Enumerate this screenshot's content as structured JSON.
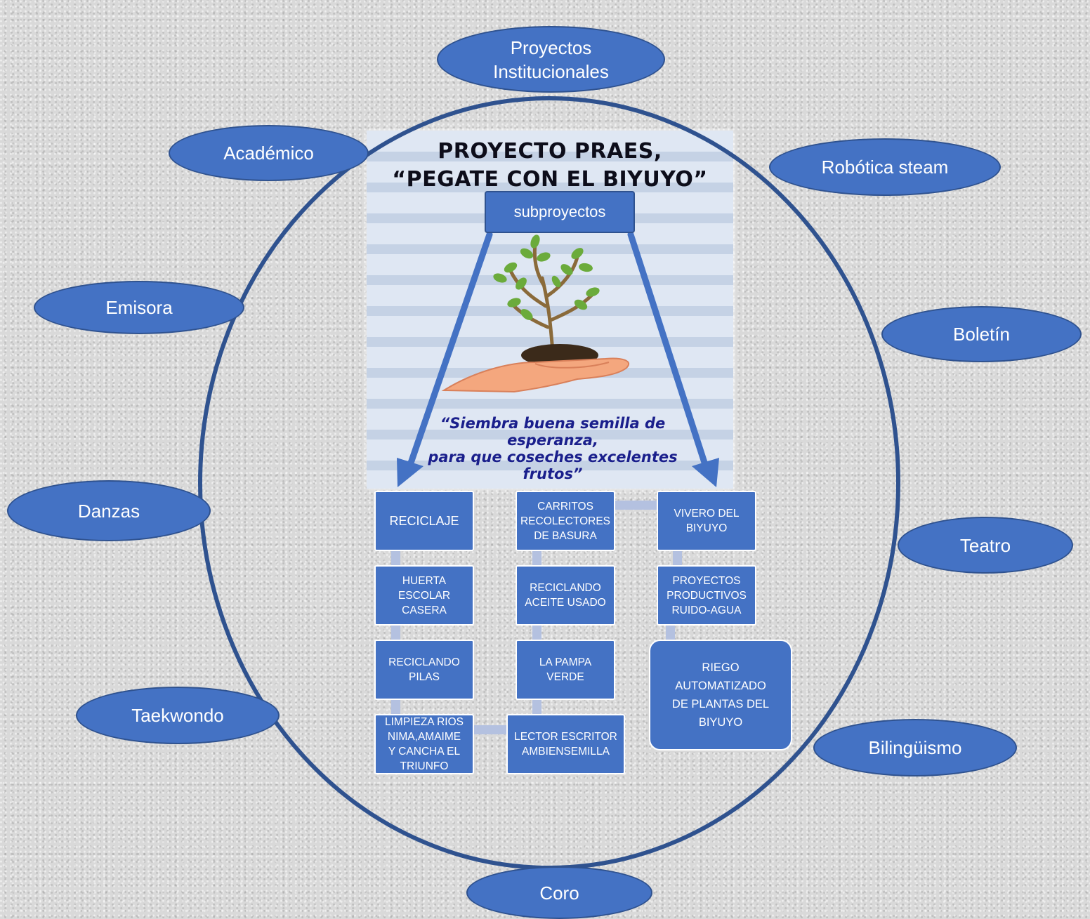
{
  "poster": {
    "title_line1": "PROYECTO PRAES,",
    "title_line2": "“PEGATE CON EL BIYUYO”",
    "quote_line1": "“Siembra buena semilla de",
    "quote_line2": "esperanza,",
    "quote_line3": "para que coseches excelentes",
    "quote_line4": "frutos”"
  },
  "subproyectos": "subproyectos",
  "institutional": {
    "top": {
      "line1": "Proyectos",
      "line2": "Institucionales"
    },
    "academico": "Académico",
    "robotica": "Robótica steam",
    "emisora": "Emisora",
    "boletin": "Boletín",
    "danzas": "Danzas",
    "teatro": "Teatro",
    "taekwondo": "Taekwondo",
    "bilinguismo": "Bilingüismo",
    "coro": "Coro"
  },
  "boxes": {
    "reciclaje": [
      "RECICLAJE"
    ],
    "carritos": [
      "CARRITOS",
      "RECOLECTORES",
      "DE BASURA"
    ],
    "vivero": [
      "VIVERO DEL",
      "BIYUYO"
    ],
    "huerta": [
      "HUERTA",
      "ESCOLAR",
      "CASERA"
    ],
    "aceite": [
      "RECICLANDO",
      "ACEITE USADO"
    ],
    "productivos": [
      "PROYECTOS",
      "PRODUCTIVOS",
      "RUIDO-AGUA"
    ],
    "pilas": [
      "RECICLANDO",
      "PILAS"
    ],
    "pampa": [
      "LA PAMPA",
      "VERDE"
    ],
    "riego": [
      "RIEGO",
      "AUTOMATIZADO",
      "DE PLANTAS DEL",
      "BIYUYO"
    ],
    "limpieza": [
      "LIMPIEZA RIOS",
      "NIMA,AMAIME",
      "Y CANCHA EL",
      "TRIUNFO"
    ],
    "lector": [
      "LECTOR ESCRITOR",
      "AMBIENSEMILLA"
    ]
  },
  "colors": {
    "oval_fill": "#4472c4",
    "ring": "#2f528f",
    "quote": "#1a1f8c",
    "connector": "#b4c1e0"
  }
}
